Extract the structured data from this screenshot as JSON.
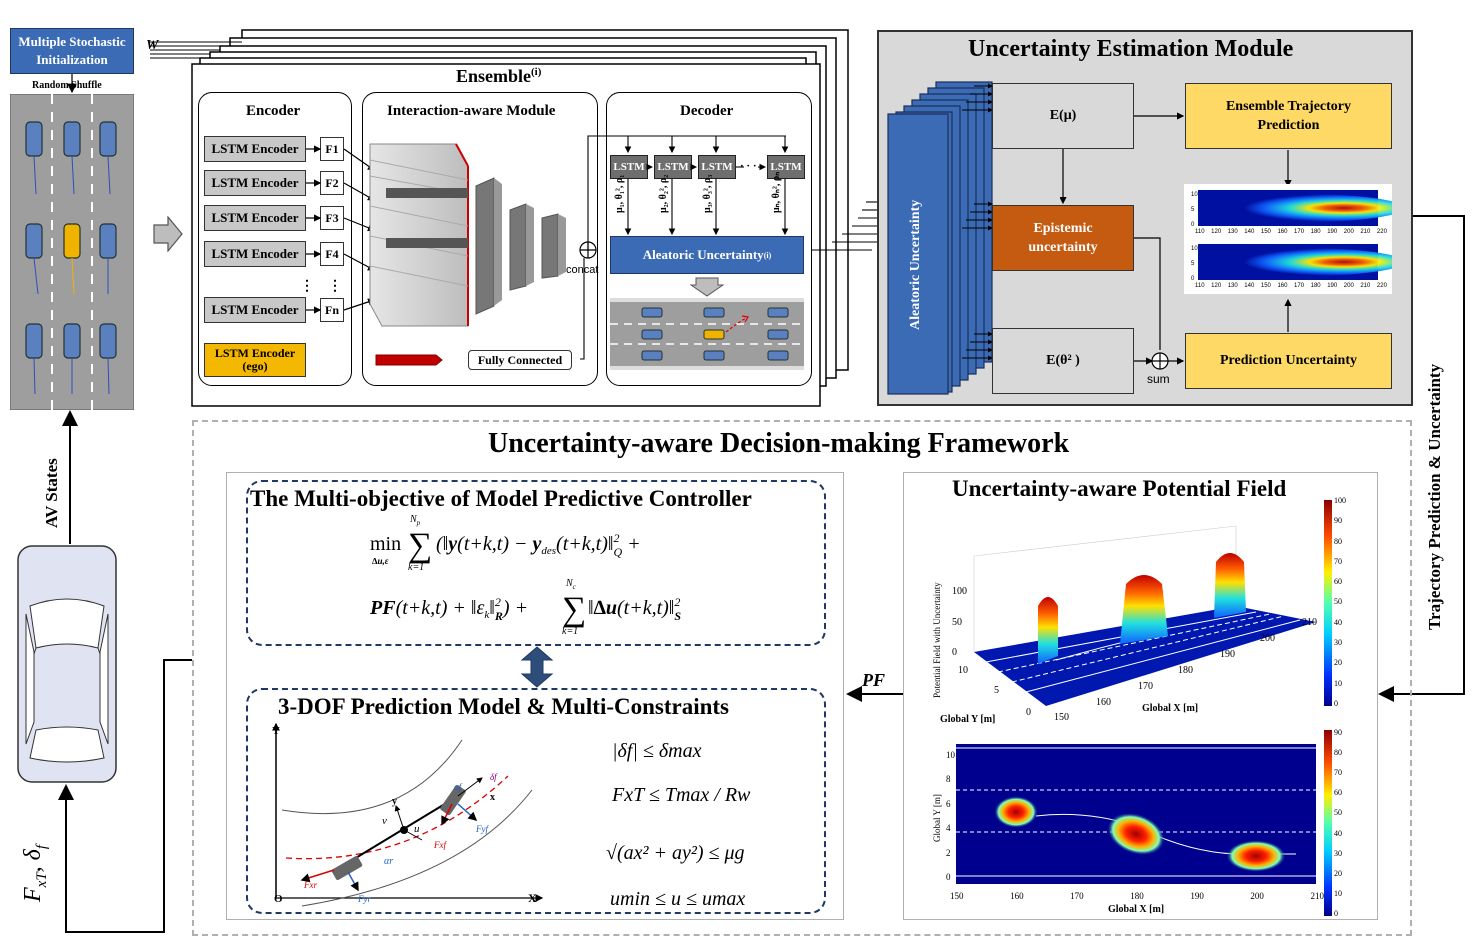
{
  "top": {
    "init_label": "Multiple Stochastic Initialization",
    "w_label": "W",
    "shuffle_label": "Random Shuffle",
    "ensemble_title": "Ensemble",
    "ensemble_sup": "(i)",
    "encoder": {
      "title": "Encoder",
      "items": [
        "LSTM Encoder",
        "LSTM Encoder",
        "LSTM Encoder",
        "LSTM Encoder",
        "LSTM Encoder"
      ],
      "features": [
        "F1",
        "F2",
        "F3",
        "F4",
        "Fn"
      ],
      "ego": "LSTM Encoder (ego)"
    },
    "interaction": {
      "title": "Interaction-aware Module",
      "fc": "Fully Connected",
      "concat": "concat"
    },
    "decoder": {
      "title": "Decoder",
      "lstm": "LSTM",
      "dots": "· · ·",
      "params": [
        "μ₁, θ₁², ρ₁",
        "μ₂, θ₂², ρ₂",
        "μ₃, θ₃², ρ₃",
        "μₙ, θₙ², ρₙ"
      ],
      "aleatoric": "Aleatoric Uncertainty",
      "aleatoric_sup": "(i)"
    },
    "uem": {
      "title": "Uncertainty Estimation Module",
      "aleatoric_vertical": "Aleatoric Uncertainty",
      "e_mu": "E(μ)",
      "epistemic": "Epistemic uncertainty",
      "e_theta": "E(θ² )",
      "sum": "sum",
      "ensemble_pred": "Ensemble  Trajectory Prediction",
      "pred_unc": "Prediction Uncertainty",
      "heat_axis": [
        "110",
        "120",
        "130",
        "140",
        "150",
        "160",
        "170",
        "180",
        "190",
        "200",
        "210",
        "220"
      ],
      "heat_y": [
        "10",
        "5",
        "0"
      ]
    }
  },
  "side": {
    "av_states": "AV States",
    "traj_pred": "Trajectory Prediction & Uncertainty",
    "control": "F",
    "control_sub": "xT",
    "control2": ", δ",
    "control2_sub": "f"
  },
  "framework": {
    "title": "Uncertainty-aware Decision-making Framework",
    "mpc_title": "The Multi-objective of Model Predictive Controller",
    "model_title": "3-DOF Prediction Model & Multi-Constraints",
    "pf_label": "PF",
    "upf_title": "Uncertainty-aware Potential Field",
    "constraints": [
      "|δf| ≤ δmax",
      "FxT ≤ Tmax / Rw",
      "√(ax² + ay²) ≤ μg",
      "umin ≤ u ≤ umax"
    ],
    "eq1": "min Σ ( ‖y(t+k,t) − ydes(t+k,t)‖²Q +",
    "eq2": "PF(t+k,t) + ‖εk‖²R ) + Σ ‖Δu(t+k,t)‖²S",
    "plot3d": {
      "zlabel": "Potential Field with Uncertainty",
      "xlabel": "Global X [m]",
      "ylabel": "Global Y [m]",
      "zticks": [
        "100",
        "50",
        "0"
      ],
      "yticks": [
        "10",
        "5",
        "0"
      ],
      "xticks": [
        "150",
        "160",
        "170",
        "180",
        "190",
        "200",
        "210"
      ],
      "cbar": [
        "100",
        "90",
        "80",
        "70",
        "60",
        "50",
        "40",
        "30",
        "20",
        "10",
        "0"
      ]
    },
    "plot2d": {
      "xlabel": "Global X [m]",
      "ylabel": "Global Y [m]",
      "yticks": [
        "10",
        "8",
        "6",
        "4",
        "2",
        "0"
      ],
      "xticks": [
        "150",
        "160",
        "170",
        "180",
        "190",
        "200",
        "210"
      ],
      "cbar": [
        "90",
        "80",
        "70",
        "60",
        "50",
        "40",
        "30",
        "20",
        "10",
        "0"
      ]
    },
    "vehicle_labels": {
      "Y": "Y",
      "X": "X",
      "O": "O",
      "x": "x",
      "y": "y",
      "v": "v",
      "u": "u",
      "ar": "αr",
      "af": "αf",
      "Fxr": "Fxr",
      "Fyr": "Fyr",
      "Fxf": "Fxf",
      "Fyf": "Fyf",
      "df": "δf"
    }
  },
  "colors": {
    "blue": "#3b6bb5",
    "orange": "#c55a11",
    "yellow": "#ffd966",
    "navy": "#1f3864",
    "gray": "#d9d9d9"
  }
}
